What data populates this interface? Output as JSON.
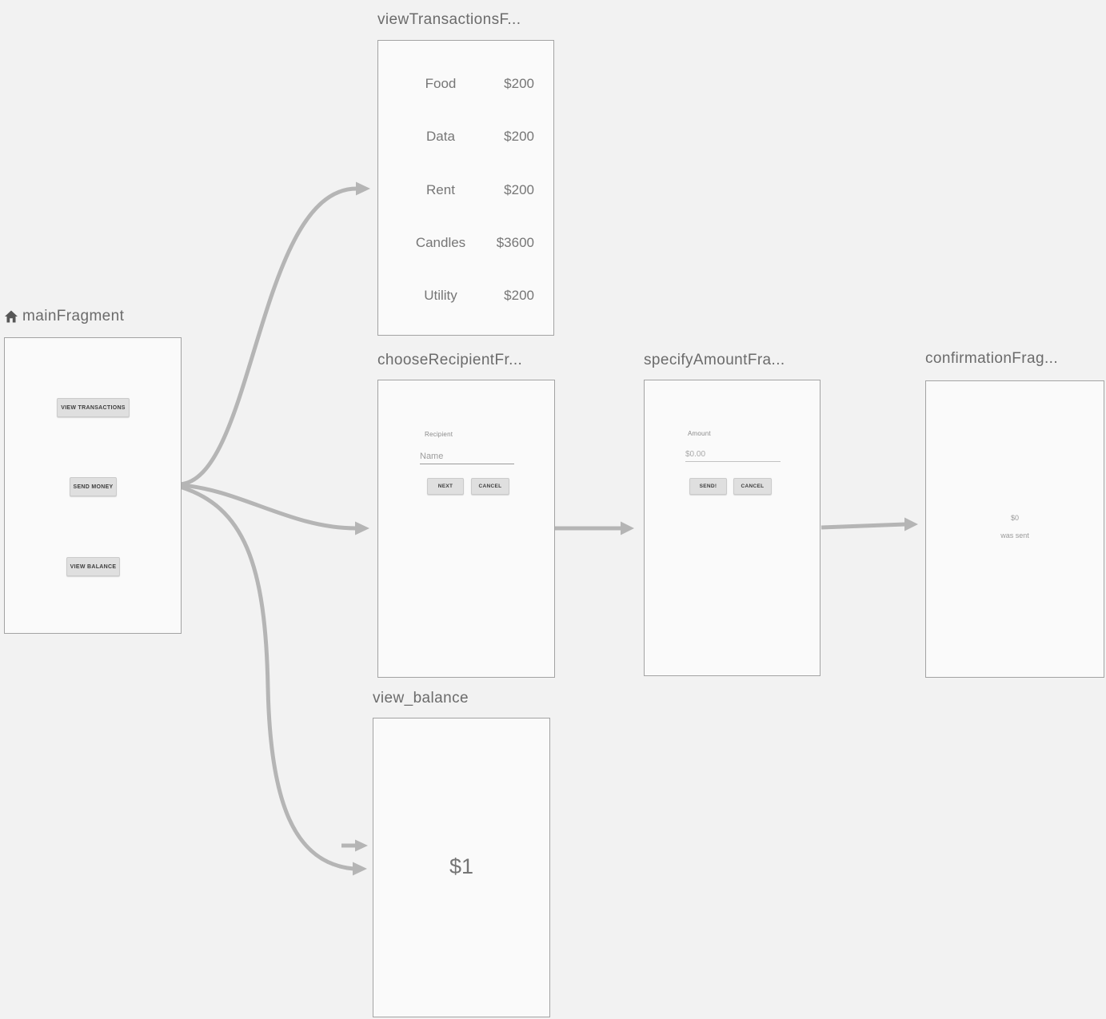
{
  "colors": {
    "canvas_bg": "#f2f2f2",
    "card_bg": "#fafafa",
    "card_border": "#a3a3a3",
    "arrow": "#b5b5b5",
    "title_text": "#6b6b6b",
    "row_text": "#767676",
    "button_bg": "#dfdfdf",
    "button_text": "#3d3d3d"
  },
  "fragments": [
    {
      "id": "mainFragment",
      "title": "mainFragment",
      "is_start_destination": true,
      "buttons": [
        "VIEW TRANSACTIONS",
        "SEND MONEY",
        "VIEW BALANCE"
      ]
    },
    {
      "id": "viewTransactionsFragment",
      "title": "viewTransactionsF...",
      "transactions": [
        {
          "label": "Food",
          "amount": "$200"
        },
        {
          "label": "Data",
          "amount": "$200"
        },
        {
          "label": "Rent",
          "amount": "$200"
        },
        {
          "label": "Candles",
          "amount": "$3600"
        },
        {
          "label": "Utility",
          "amount": "$200"
        }
      ]
    },
    {
      "id": "chooseRecipientFragment",
      "title": "chooseRecipientFr...",
      "field_label": "Recipient",
      "field_placeholder": "Name",
      "buttons": [
        "NEXT",
        "CANCEL"
      ]
    },
    {
      "id": "specifyAmountFragment",
      "title": "specifyAmountFra...",
      "field_label": "Amount",
      "field_placeholder": "$0.00",
      "buttons": [
        "SEND!",
        "CANCEL"
      ]
    },
    {
      "id": "confirmationFragment",
      "title": "confirmationFrag...",
      "lines": [
        "$0",
        "was sent"
      ]
    },
    {
      "id": "view_balance",
      "title": "view_balance",
      "balance": "$1"
    }
  ],
  "edges": [
    {
      "from": "mainFragment",
      "to": "viewTransactionsFragment"
    },
    {
      "from": "mainFragment",
      "to": "chooseRecipientFragment"
    },
    {
      "from": "mainFragment",
      "to": "view_balance"
    },
    {
      "from": "chooseRecipientFragment",
      "to": "specifyAmountFragment"
    },
    {
      "from": "specifyAmountFragment",
      "to": "confirmationFragment"
    },
    {
      "from": "",
      "to": "view_balance"
    }
  ]
}
